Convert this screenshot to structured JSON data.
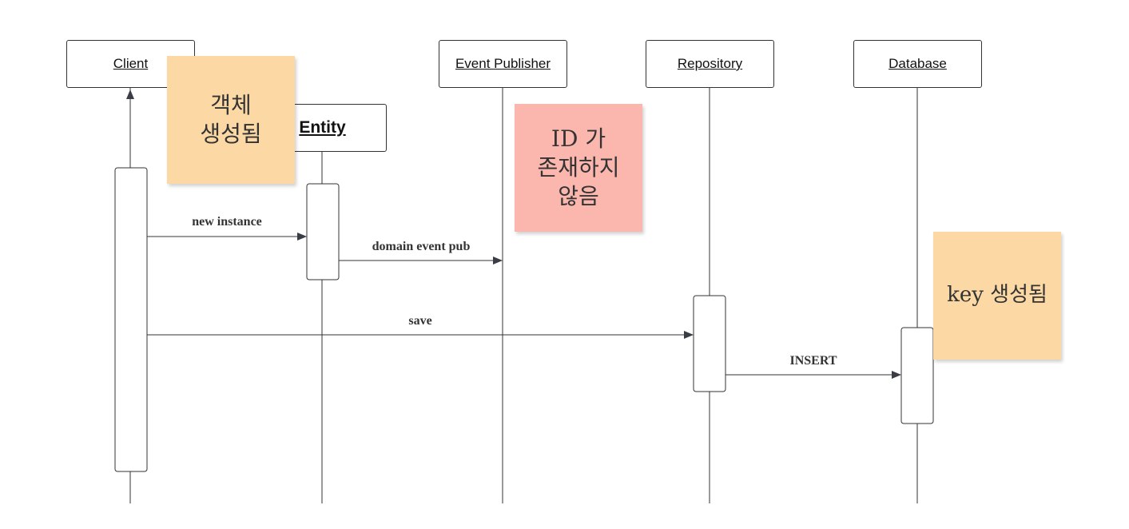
{
  "participants": {
    "client": "Client",
    "entity": "Entity",
    "event_publisher": "Event Publisher",
    "repository": "Repository",
    "database": "Database"
  },
  "messages": {
    "new_instance": "new instance",
    "domain_event_pub": "domain event pub",
    "save": "save",
    "insert": "INSERT"
  },
  "notes": {
    "object_created": "객체\n생성됨",
    "id_not_exist": "ID 가\n존재하지\n않음",
    "key_created": "key 생성됨"
  },
  "colors": {
    "note_orange": "#FCD9A4",
    "note_pink": "#FBB6AE",
    "line": "#333333",
    "arrow": "#3a3d45"
  }
}
